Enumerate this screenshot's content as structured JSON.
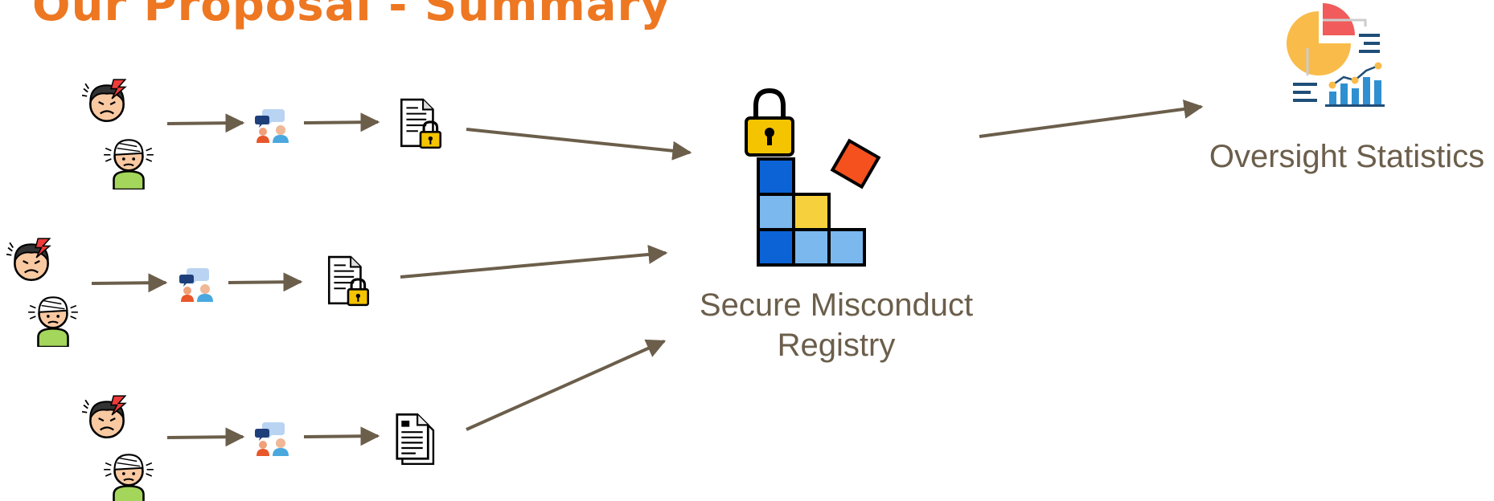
{
  "header": {
    "title": "Our Proposal - Summary"
  },
  "registry": {
    "line1": "Secure Misconduct",
    "line2": "Registry"
  },
  "stats": {
    "label": "Oversight Statistics"
  },
  "colors": {
    "title": "#ee7722",
    "arrow": "#6b5e4b",
    "label": "#6b5e4b",
    "block_dark": "#0b63d6",
    "block_light": "#7ab8ee",
    "block_yellow": "#f7d13d",
    "block_red": "#f4511e",
    "lock": "#f5c400"
  },
  "rows": [
    {
      "document_icon": "locked-document-icon"
    },
    {
      "document_icon": "locked-document-icon"
    },
    {
      "document_icon": "document-icon"
    }
  ]
}
